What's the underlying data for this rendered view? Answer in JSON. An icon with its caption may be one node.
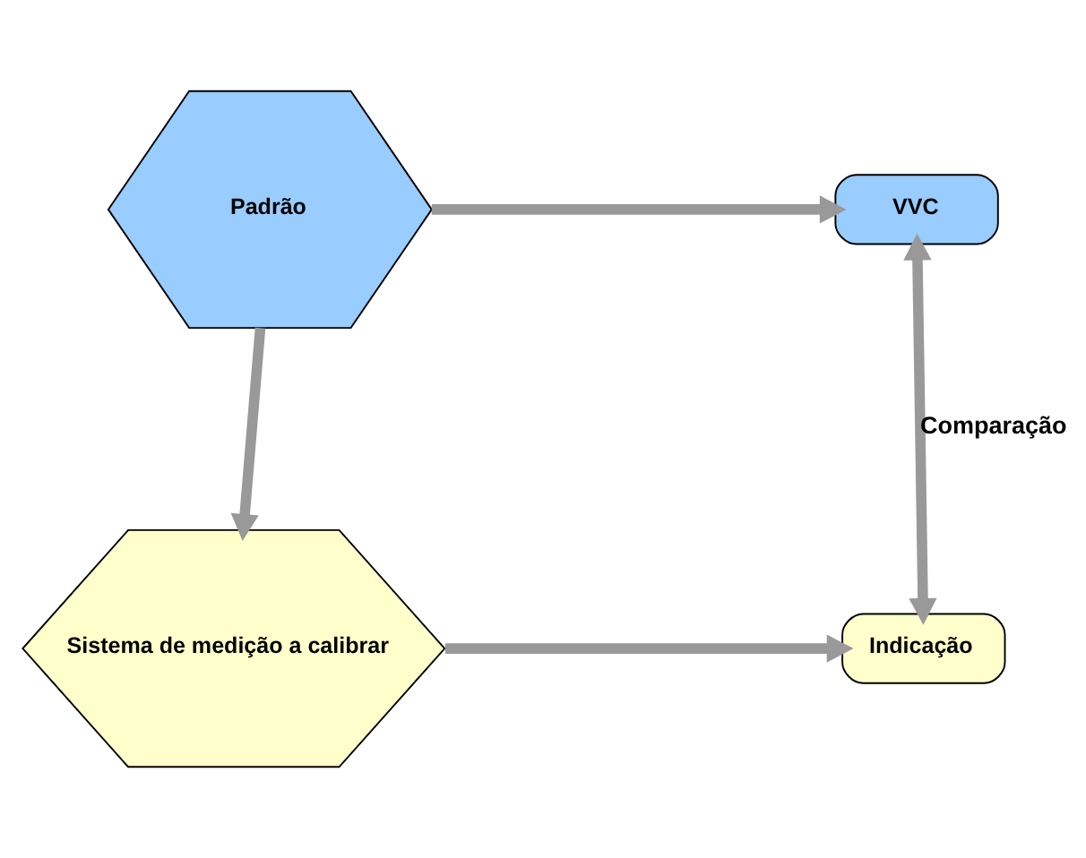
{
  "diagram": {
    "nodes": [
      {
        "text": [
          "Padrão"
        ]
      },
      {
        "text": [
          "VVC"
        ]
      },
      {
        "text": [
          "Sistema de medição a calibrar"
        ]
      },
      {
        "text": [
          "Indicação"
        ]
      }
    ],
    "edges": [
      {
        "from": 0,
        "to": 1,
        "arrow": "to"
      },
      {
        "from": 0,
        "to": 2,
        "arrow": "to"
      },
      {
        "from": 2,
        "to": 3,
        "arrow": "to"
      },
      {
        "from": 1,
        "to": 3,
        "arrow": "both",
        "label": "Comparação"
      }
    ]
  }
}
